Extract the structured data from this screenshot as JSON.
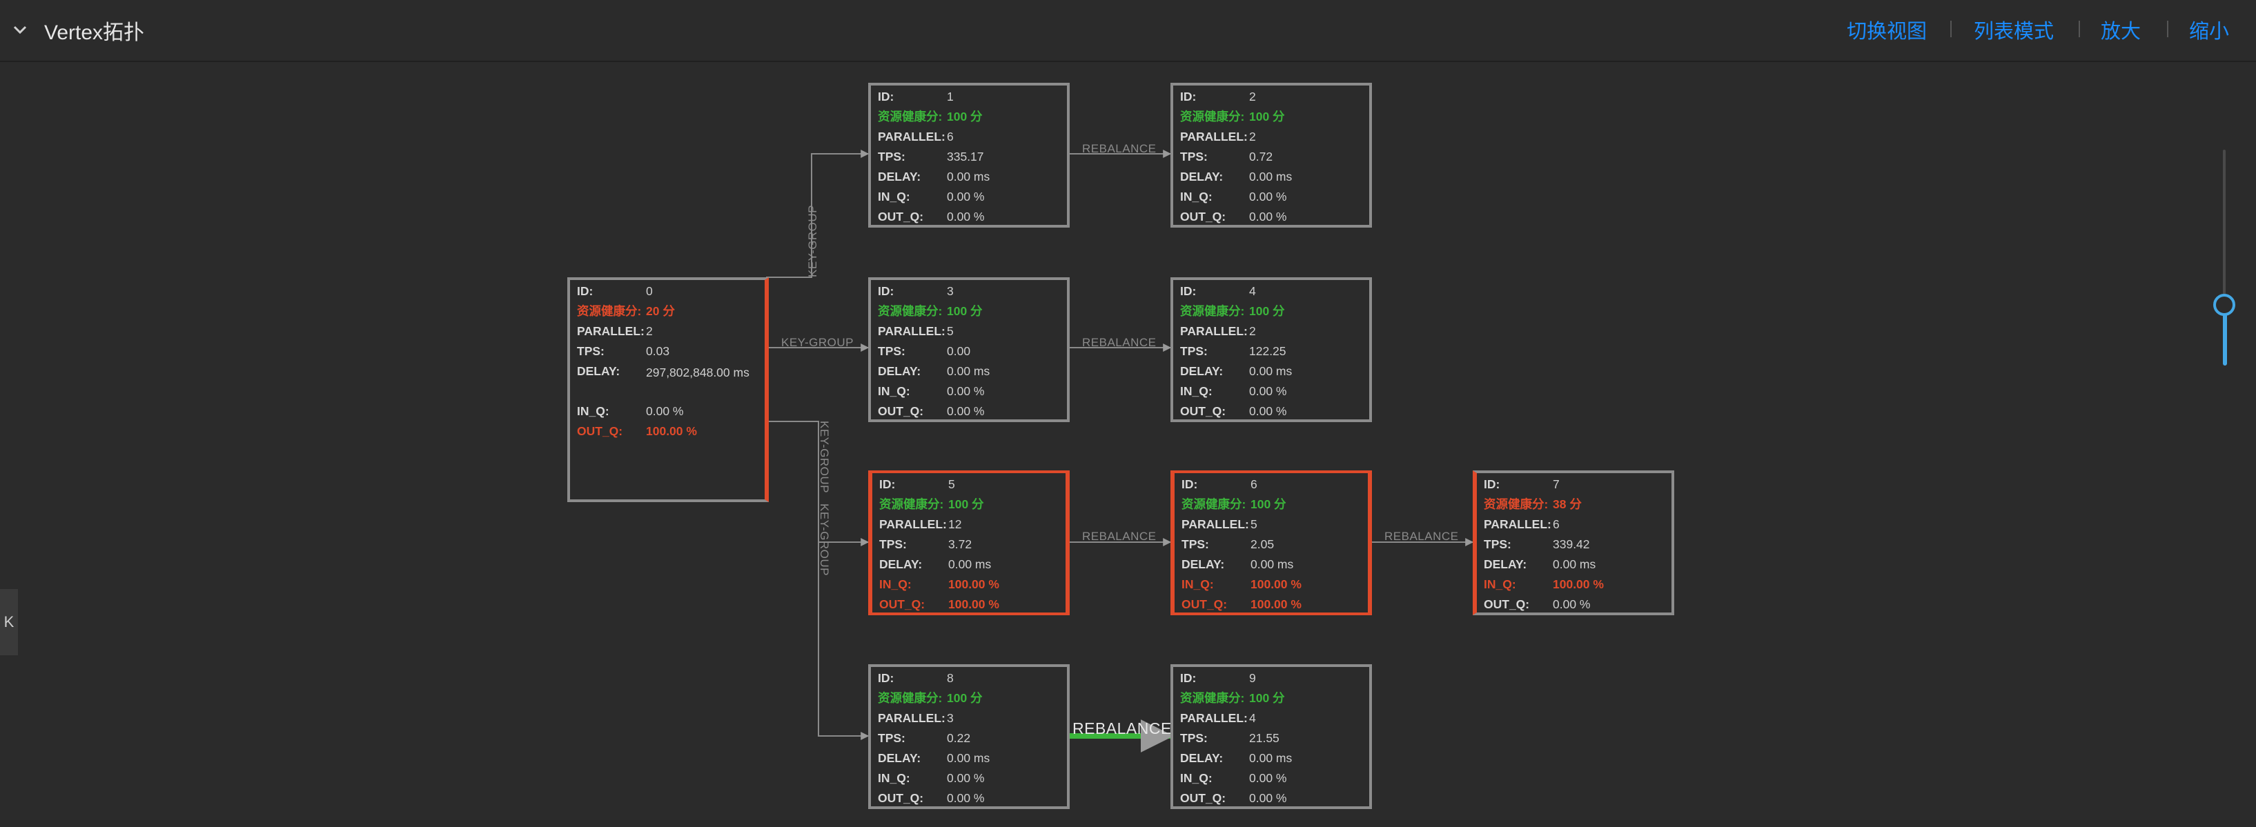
{
  "header": {
    "title": "Vertex拓扑",
    "buttons": {
      "switch_view": "切换视图",
      "list_mode": "列表模式",
      "zoom_in": "放大",
      "zoom_out": "缩小"
    }
  },
  "side_tab": {
    "label": "K"
  },
  "zoom": {
    "level": 0.3
  },
  "labels": {
    "id": "ID:",
    "health": "资源健康分:",
    "parallel": "PARALLEL:",
    "tps": "TPS:",
    "delay": "DELAY:",
    "in_q": "IN_Q:",
    "out_q": "OUT_Q:"
  },
  "colors": {
    "accent": "#1a8cff",
    "healthy": "#3bb53b",
    "warning": "#e04a2a",
    "node_border": "#8c8c8c",
    "background": "#2b2b2b"
  },
  "nodes": [
    {
      "id": "0",
      "health": "20 分",
      "parallel": "2",
      "tps": "0.03",
      "delay": "297,802,848.00 ms",
      "in_q": "0.00 %",
      "out_q": "100.00 %"
    },
    {
      "id": "1",
      "health": "100 分",
      "parallel": "6",
      "tps": "335.17",
      "delay": "0.00 ms",
      "in_q": "0.00 %",
      "out_q": "0.00 %"
    },
    {
      "id": "2",
      "health": "100 分",
      "parallel": "2",
      "tps": "0.72",
      "delay": "0.00 ms",
      "in_q": "0.00 %",
      "out_q": "0.00 %"
    },
    {
      "id": "3",
      "health": "100 分",
      "parallel": "5",
      "tps": "0.00",
      "delay": "0.00 ms",
      "in_q": "0.00 %",
      "out_q": "0.00 %"
    },
    {
      "id": "4",
      "health": "100 分",
      "parallel": "2",
      "tps": "122.25",
      "delay": "0.00 ms",
      "in_q": "0.00 %",
      "out_q": "0.00 %"
    },
    {
      "id": "5",
      "health": "100 分",
      "parallel": "12",
      "tps": "3.72",
      "delay": "0.00 ms",
      "in_q": "100.00 %",
      "out_q": "100.00 %"
    },
    {
      "id": "6",
      "health": "100 分",
      "parallel": "5",
      "tps": "2.05",
      "delay": "0.00 ms",
      "in_q": "100.00 %",
      "out_q": "100.00 %"
    },
    {
      "id": "7",
      "health": "38 分",
      "parallel": "6",
      "tps": "339.42",
      "delay": "0.00 ms",
      "in_q": "100.00 %",
      "out_q": "0.00 %"
    },
    {
      "id": "8",
      "health": "100 分",
      "parallel": "3",
      "tps": "0.22",
      "delay": "0.00 ms",
      "in_q": "0.00 %",
      "out_q": "0.00 %"
    },
    {
      "id": "9",
      "health": "100 分",
      "parallel": "4",
      "tps": "21.55",
      "delay": "0.00 ms",
      "in_q": "0.00 %",
      "out_q": "0.00 %"
    }
  ],
  "edges": [
    {
      "from": "0",
      "to": "1",
      "label": "KEY-GROUP"
    },
    {
      "from": "0",
      "to": "3",
      "label": "KEY-GROUP"
    },
    {
      "from": "0",
      "to": "5",
      "label": "KEY-GROUP"
    },
    {
      "from": "0",
      "to": "8",
      "label": "KEY-GROUP"
    },
    {
      "from": "1",
      "to": "2",
      "label": "REBALANCE"
    },
    {
      "from": "3",
      "to": "4",
      "label": "REBALANCE"
    },
    {
      "from": "5",
      "to": "6",
      "label": "REBALANCE"
    },
    {
      "from": "6",
      "to": "7",
      "label": "REBALANCE"
    },
    {
      "from": "8",
      "to": "9",
      "label": "REBALANCE"
    }
  ]
}
